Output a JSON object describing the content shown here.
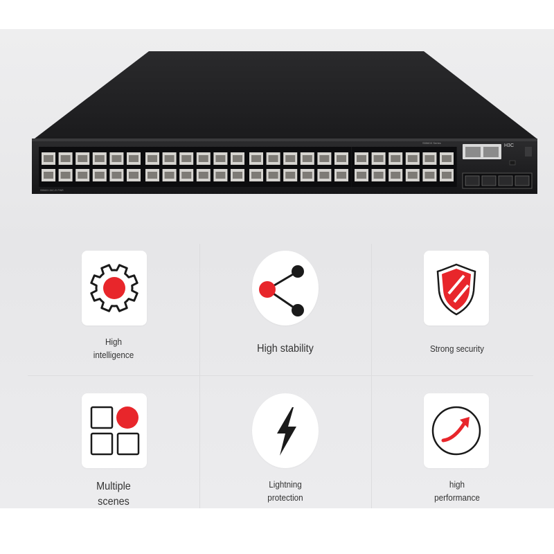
{
  "product": {
    "brand_logo": "H3C",
    "model_label": "S5560X Series",
    "port_count": 48,
    "uplink_count": 4
  },
  "features": [
    {
      "id": "intelligence",
      "label": "High\nintelligence",
      "icon": "gear-icon"
    },
    {
      "id": "stability",
      "label": "High stability",
      "icon": "share-node-icon"
    },
    {
      "id": "security",
      "label": "Strong security",
      "icon": "shield-icon"
    },
    {
      "id": "scenes",
      "label": "Multiple\nscenes",
      "icon": "grid-squares-icon"
    },
    {
      "id": "lightning",
      "label": "Lightning\nprotection",
      "icon": "lightning-bolt-icon"
    },
    {
      "id": "performance",
      "label": "high\nperformance",
      "icon": "trend-arrow-icon"
    }
  ],
  "colors": {
    "accent_red": "#e8262b",
    "icon_dark": "#1a1a1a",
    "background": "#e8e8ea"
  }
}
